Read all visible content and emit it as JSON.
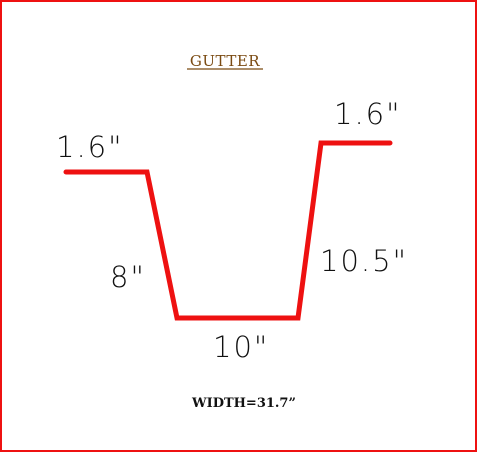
{
  "diagram": {
    "title": "GUTTER",
    "width_label": "WIDTH=31.7”",
    "line_color": "#ee1111",
    "border_color": "#ee1111",
    "title_color": "#7a4a12",
    "segments": {
      "left_flange": "1.6\"",
      "left_side": "8\"",
      "bottom": "10\"",
      "right_side": "10.5\"",
      "right_flange": "1.6\""
    }
  }
}
